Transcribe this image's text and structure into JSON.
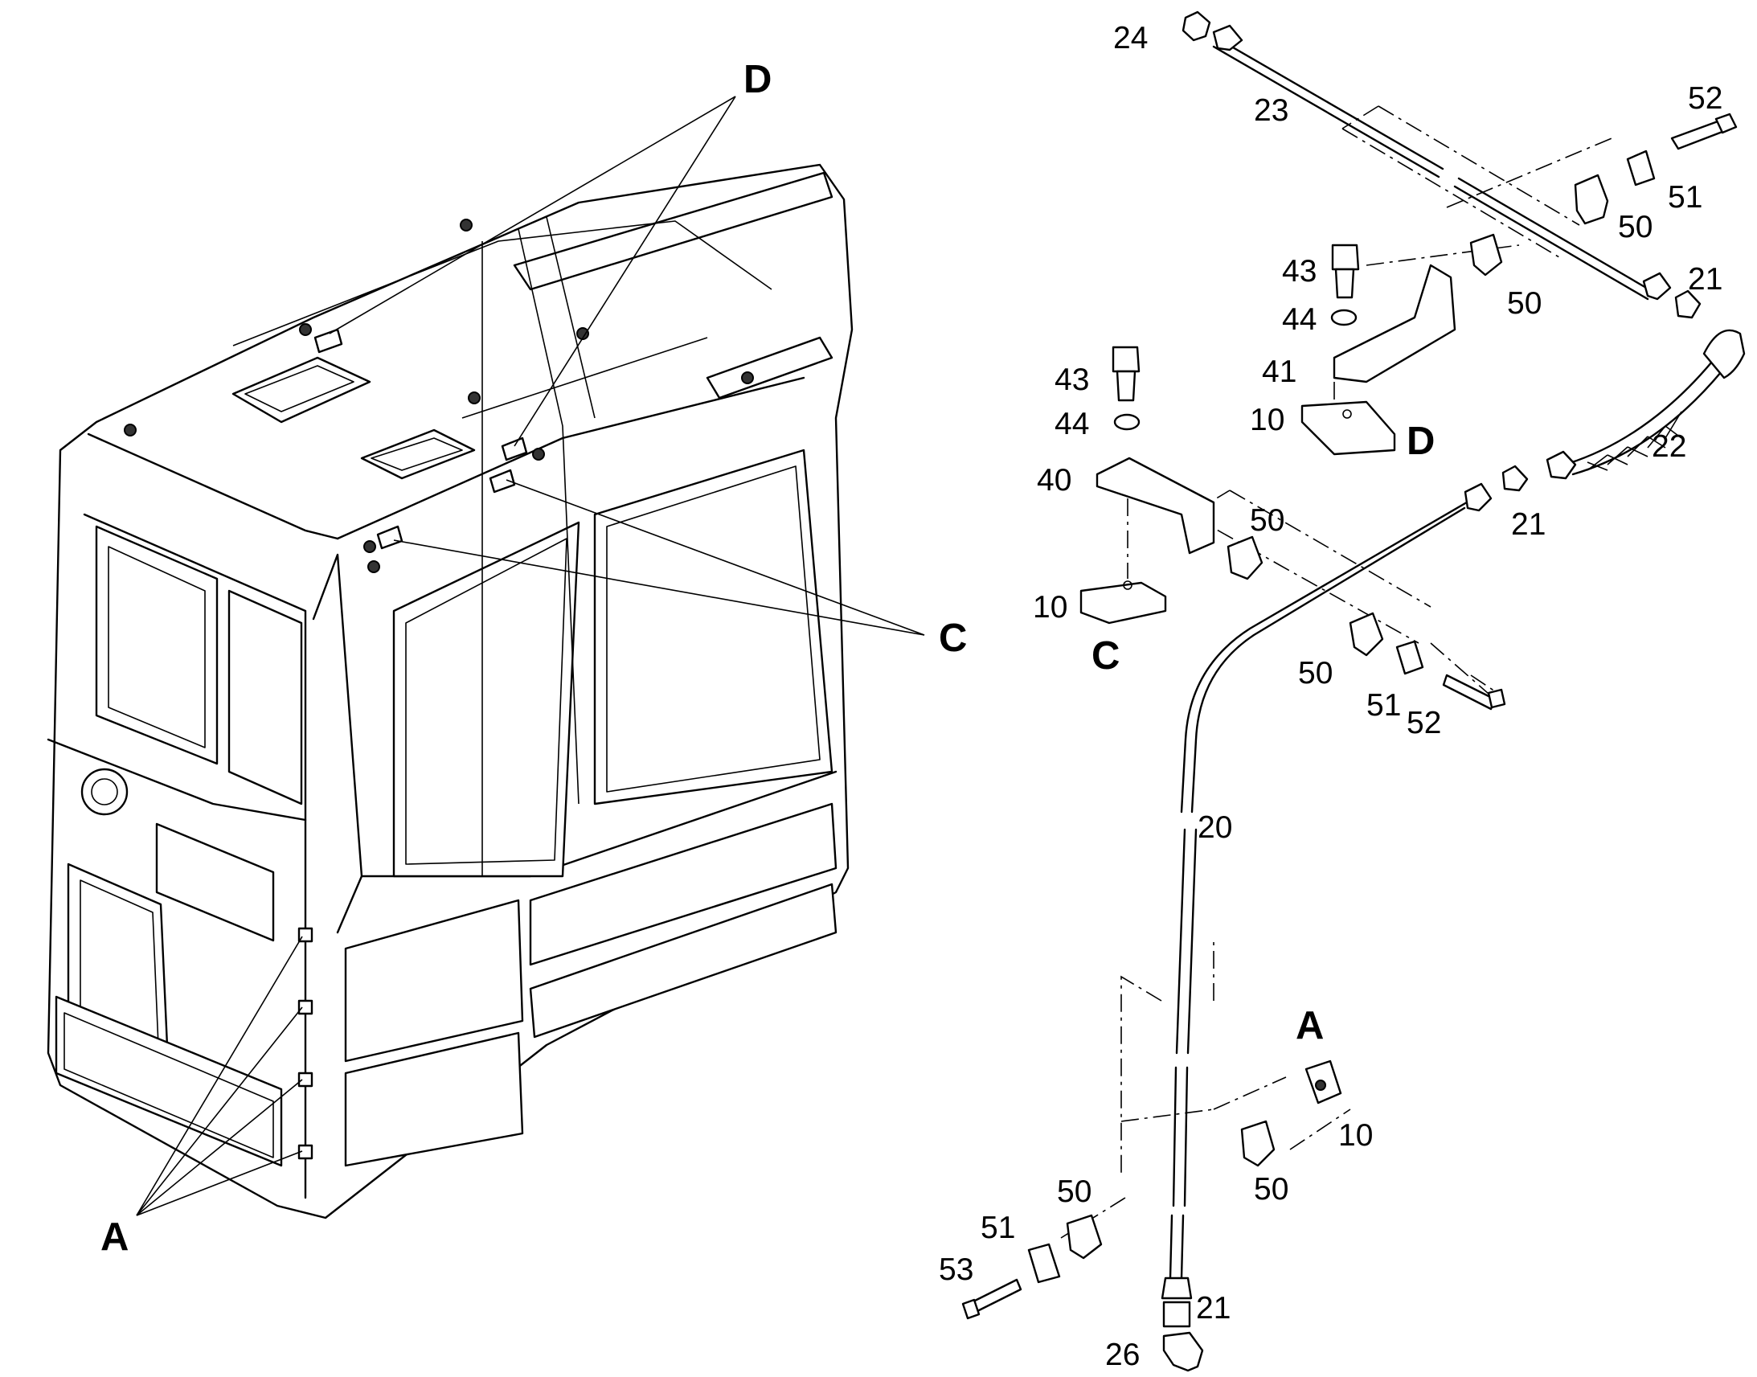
{
  "labels": {
    "p10a": "10",
    "p10b": "10",
    "p10c": "10",
    "p20": "20",
    "p21a": "21",
    "p21b": "21",
    "p21c": "21",
    "p22": "22",
    "p23": "23",
    "p24": "24",
    "p26": "26",
    "p40": "40",
    "p41": "41",
    "p43a": "43",
    "p43b": "43",
    "p44a": "44",
    "p44b": "44",
    "p50a": "50",
    "p50b": "50",
    "p50c": "50",
    "p50d": "50",
    "p50e": "50",
    "p50f": "50",
    "p51a": "51",
    "p51b": "51",
    "p51c": "51",
    "p52a": "52",
    "p52b": "52",
    "p53": "53"
  },
  "detail_letters": {
    "a_cab": "A",
    "c_cab": "C",
    "d_cab": "D",
    "a_detail": "A",
    "c_detail": "C",
    "d_detail": "D"
  },
  "colors": {
    "line": "#000000",
    "background": "#ffffff"
  }
}
